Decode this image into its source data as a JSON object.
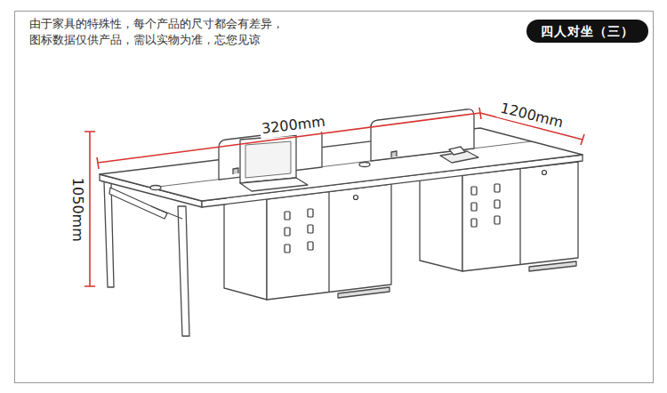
{
  "diagram": {
    "nodes": [
      {
        "text": [
          "四人对坐（三）"
        ]
      }
    ],
    "labels": [
      "由于家具的特殊性，每个产品的尺寸都会有差异， 图标数据仅供产品，需以实物为准，忘您见谅",
      "3200mm",
      "1200mm",
      "1050mm"
    ]
  }
}
